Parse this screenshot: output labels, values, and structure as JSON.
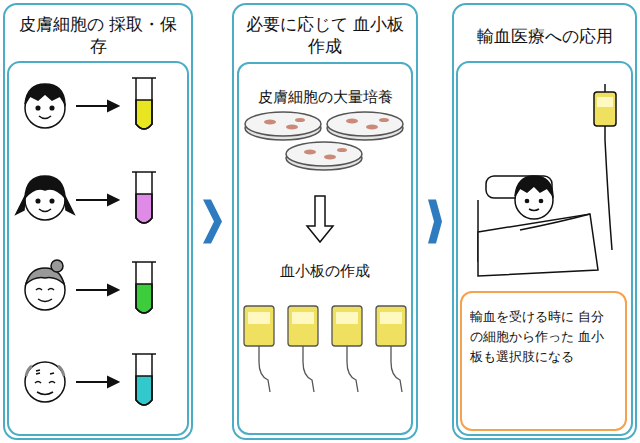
{
  "diagram": {
    "nodes": [
      {
        "text": [
          "皮膚細胞の 採取・保存"
        ]
      },
      {
        "text": [
          "必要に応じて 血小板作成"
        ]
      },
      {
        "text": [
          "皮膚細胞の大量培養",
          "血小板の作成"
        ],
        "in": 1
      },
      {
        "text": [
          "輸血医療への応用"
        ]
      },
      {
        "text": [
          "輸血を受ける時に 自分の細胞から作った 血小板も選択肢になる"
        ],
        "in": 3
      }
    ],
    "edges": [
      {
        "from": 0,
        "to": 1,
        "arrow": "to"
      },
      {
        "from": 1,
        "to": 3,
        "arrow": "to"
      }
    ]
  }
}
